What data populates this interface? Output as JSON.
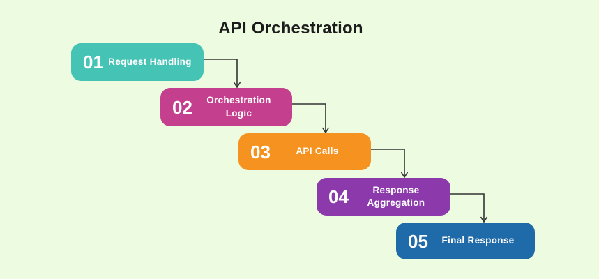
{
  "title": "API Orchestration",
  "colors": {
    "background": "#EDFCE0",
    "connector": "#333333",
    "step_text": "#FFFFFF",
    "title_text": "#1C1C1C"
  },
  "steps": [
    {
      "number": "01",
      "label": "Request Handling",
      "color": "#45C4B5"
    },
    {
      "number": "02",
      "label": "Orchestration Logic",
      "color": "#C43F8E"
    },
    {
      "number": "03",
      "label": "API Calls",
      "color": "#F6921F"
    },
    {
      "number": "04",
      "label": "Response Aggregation",
      "color": "#8C3AAB"
    },
    {
      "number": "05",
      "label": "Final Response",
      "color": "#1F6AA9"
    }
  ]
}
